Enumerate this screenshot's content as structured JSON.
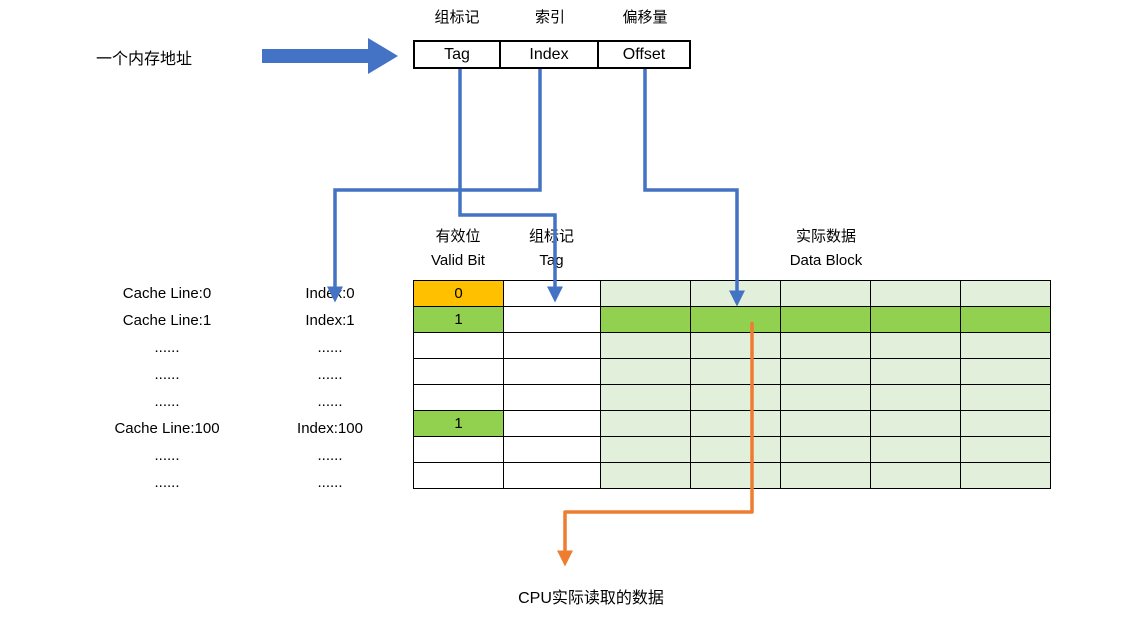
{
  "diagram": {
    "memory_address_label": "一个内存地址",
    "field_headers": [
      {
        "cn": "组标记",
        "en": "Tag"
      },
      {
        "cn": "索引",
        "en": "Index"
      },
      {
        "cn": "偏移量",
        "en": "Offset"
      }
    ],
    "cache_table": {
      "column_headers": [
        {
          "cn": "有效位",
          "en": "Valid Bit"
        },
        {
          "cn": "组标记",
          "en": "Tag"
        },
        {
          "cn": "实际数据",
          "en": "Data Block"
        }
      ],
      "data_block_columns": 5,
      "rows": [
        {
          "cache_line": "Cache Line:0",
          "index": "Index:0",
          "valid_bit": "0",
          "valid_style": "invalid",
          "data_style": "normal"
        },
        {
          "cache_line": "Cache Line:1",
          "index": "Index:1",
          "valid_bit": "1",
          "valid_style": "valid",
          "data_style": "selected"
        },
        {
          "cache_line": "......",
          "index": "......",
          "valid_bit": "",
          "valid_style": "empty",
          "data_style": "normal"
        },
        {
          "cache_line": "......",
          "index": "......",
          "valid_bit": "",
          "valid_style": "empty",
          "data_style": "normal"
        },
        {
          "cache_line": "......",
          "index": "......",
          "valid_bit": "",
          "valid_style": "empty",
          "data_style": "normal"
        },
        {
          "cache_line": "Cache Line:100",
          "index": "Index:100",
          "valid_bit": "1",
          "valid_style": "valid",
          "data_style": "normal"
        },
        {
          "cache_line": "......",
          "index": "......",
          "valid_bit": "",
          "valid_style": "empty",
          "data_style": "normal"
        },
        {
          "cache_line": "......",
          "index": "......",
          "valid_bit": "",
          "valid_style": "empty",
          "data_style": "normal"
        }
      ]
    },
    "output_label": "CPU实际读取的数据",
    "colors": {
      "arrow_blue": "#4472C4",
      "arrow_orange": "#ED7D31",
      "invalid_cell": "#FFC000",
      "valid_cell": "#92D050",
      "selected_row": "#92D050",
      "data_cell": "#E2EFDA"
    }
  }
}
